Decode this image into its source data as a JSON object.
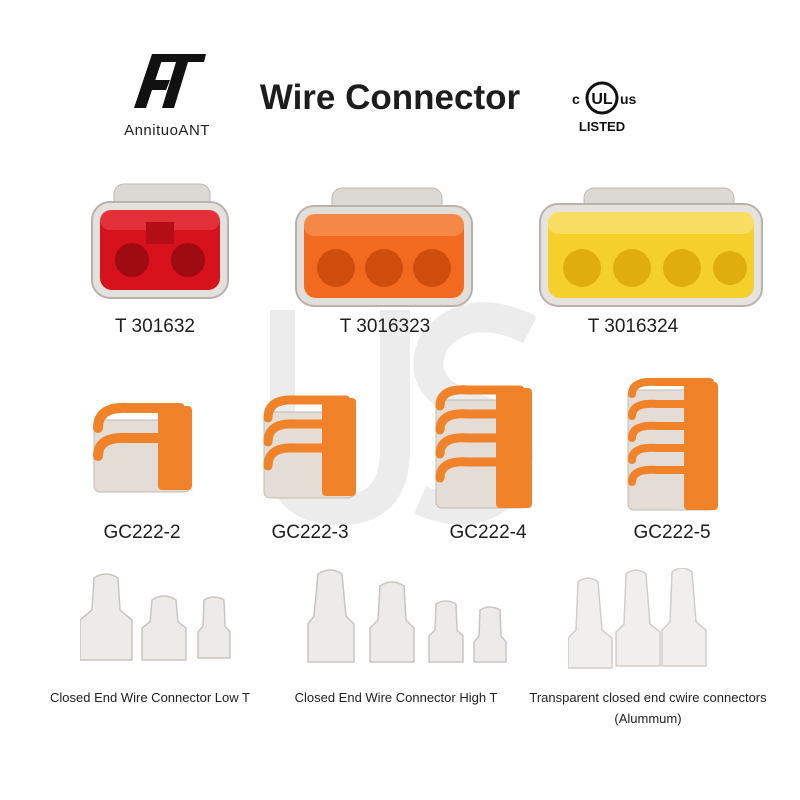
{
  "header": {
    "brand": "AnnituoANT",
    "title": "Wire Connector",
    "ul": {
      "c": "c",
      "us": "us",
      "listed": "LISTED",
      "mark": "UL"
    }
  },
  "products": {
    "push_in": [
      {
        "label": "T 301632",
        "color": "#d8121c",
        "ports": 2
      },
      {
        "label": "T 3016323",
        "color": "#f26a1f",
        "ports": 3
      },
      {
        "label": "T 3016324",
        "color": "#f5cf2a",
        "ports": 4
      }
    ],
    "lever": [
      {
        "label": "GC222-2",
        "levers": 2
      },
      {
        "label": "GC222-3",
        "levers": 3
      },
      {
        "label": "GC222-4",
        "levers": 4
      },
      {
        "label": "GC222-5",
        "levers": 5
      }
    ],
    "closed_end": [
      {
        "label": "Closed End Wire Connector Low T"
      },
      {
        "label": "Closed End Wire Connector High T"
      },
      {
        "label": "Transparent closed end cwire connectors",
        "sublabel": "(Alummum)"
      }
    ]
  },
  "colors": {
    "lever_orange": "#f0822a",
    "clear_housing": "#d9d6d2",
    "cap_white": "#ecebe8",
    "cap_clear": "#f1efed"
  }
}
